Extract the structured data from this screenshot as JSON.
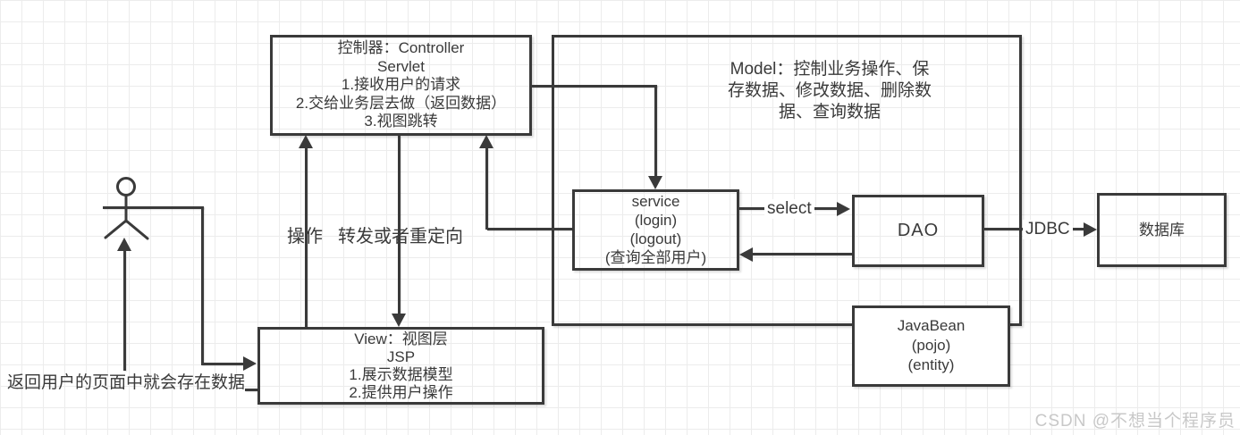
{
  "diagram": {
    "controller": {
      "lines": [
        "控制器：Controller",
        "Servlet",
        "1.接收用户的请求",
        "2.交给业务层去做（返回数据）",
        "3.视图跳转"
      ]
    },
    "model": {
      "title_lines": [
        "Model：控制业务操作、保",
        "存数据、修改数据、删除数",
        "据、查询数据"
      ]
    },
    "service": {
      "lines": [
        "service",
        "(login)",
        "(logout)",
        "(查询全部用户)"
      ]
    },
    "dao": {
      "label": "DAO"
    },
    "database": {
      "label": "数据库"
    },
    "javabean": {
      "lines": [
        "JavaBean",
        "(pojo)",
        "(entity)"
      ]
    },
    "view": {
      "lines": [
        "View：视图层",
        "JSP",
        "1.展示数据模型",
        "2.提供用户操作"
      ]
    },
    "labels": {
      "operate": "操作",
      "forward": "转发或者重定向",
      "select": "select",
      "jdbc": "JDBC",
      "return_note": "返回用户的页面中就会存在数据"
    },
    "colors": {
      "line": "#3a3a3a",
      "text": "#3a3a3a",
      "grid": "#ececec",
      "watermark": "#c8c8c8",
      "box_fill": "#ffffff"
    }
  },
  "watermark": "CSDN @不想当个程序员"
}
